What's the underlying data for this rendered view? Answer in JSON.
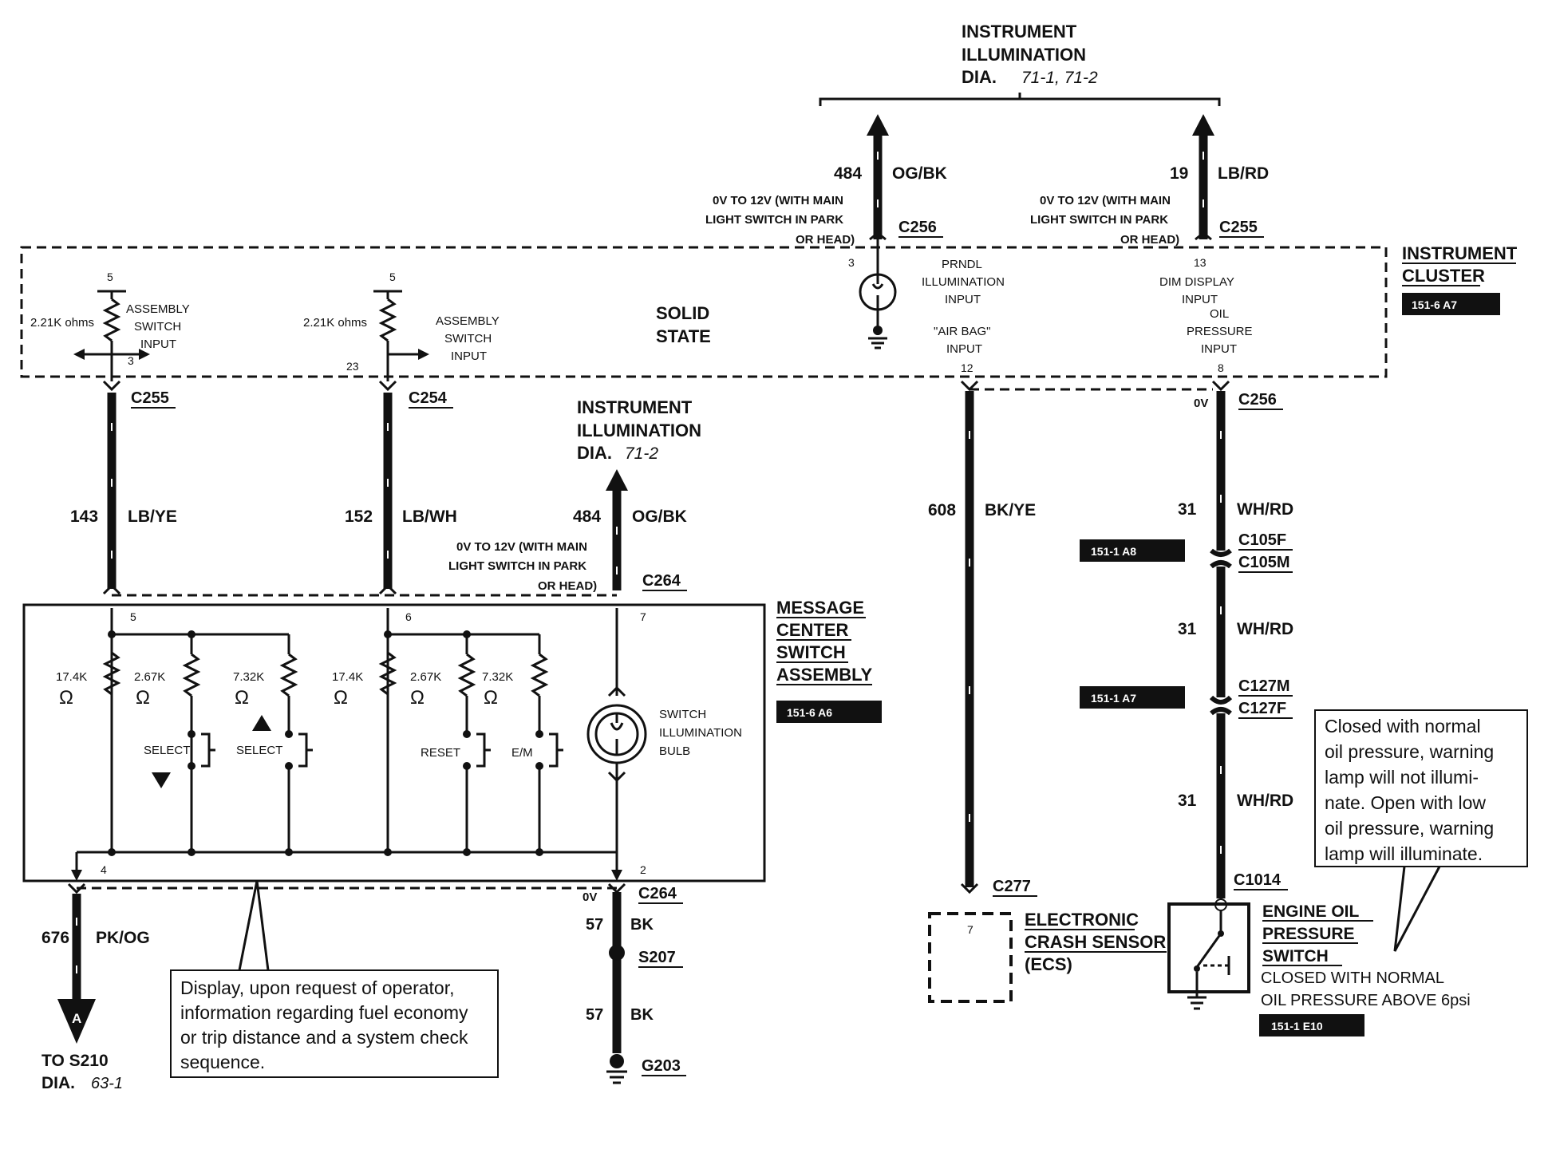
{
  "top_header": {
    "line1": "INSTRUMENT",
    "line2": "ILLUMINATION",
    "dia_label": "DIA.",
    "dia_refs": "71-1, 71-2"
  },
  "cluster": {
    "title1": "INSTRUMENT",
    "title2": "CLUSTER",
    "ref": "151-6 A7",
    "solid1": "SOLID",
    "solid2": "STATE",
    "pin5a": "5",
    "pin3": "3",
    "ohms_a": "2.21K ohms",
    "asm_a1": "ASSEMBLY",
    "asm_a2": "SWITCH",
    "asm_a3": "INPUT",
    "pin5b": "5",
    "pin23": "23",
    "ohms_b": "2.21K ohms",
    "asm_b1": "ASSEMBLY",
    "asm_b2": "SWITCH",
    "asm_b3": "INPUT",
    "pin3_lamp": "3",
    "prndl1": "PRNDL",
    "prndl2": "ILLUMINATION",
    "prndl3": "INPUT",
    "airbag1": "\"AIR BAG\"",
    "airbag2": "INPUT",
    "pin12": "12",
    "pin13": "13",
    "dim1": "DIM DISPLAY",
    "dim2": "INPUT",
    "oil1": "OIL",
    "oil2": "PRESSURE",
    "oil3": "INPUT",
    "pin8": "8"
  },
  "wires": {
    "w484_top": {
      "num": "484",
      "color": "OG/BK",
      "conn": "C256"
    },
    "w19": {
      "num": "19",
      "color": "LB/RD",
      "conn": "C255"
    },
    "volt_note1": "0V TO 12V (WITH MAIN",
    "volt_note2": "LIGHT SWITCH IN PARK",
    "volt_note3": "OR HEAD)",
    "w143": {
      "num": "143",
      "color": "LB/YE",
      "conn": "C255"
    },
    "w152": {
      "num": "152",
      "color": "LB/WH",
      "conn": "C254"
    },
    "w484_mid": {
      "num": "484",
      "color": "OG/BK",
      "conn": "C264"
    },
    "w608": {
      "num": "608",
      "color": "BK/YE",
      "conn": "C277"
    },
    "w31": {
      "num": "31",
      "color": "WH/RD",
      "conn": "C256",
      "volt": "0V"
    },
    "w31b": {
      "num": "31",
      "color": "WH/RD"
    },
    "w31c": {
      "num": "31",
      "color": "WH/RD",
      "conn": "C1014"
    },
    "c105f": "C105F",
    "c105m": "C105M",
    "ref105": "151-1 A8",
    "c127m": "C127M",
    "c127f": "C127F",
    "ref127": "151-1 A7",
    "w676": {
      "num": "676",
      "color": "PK/OG"
    },
    "w57a": {
      "num": "57",
      "color": "BK",
      "conn": "C264",
      "volt": "0V"
    },
    "s207": "S207",
    "w57b": {
      "num": "57",
      "color": "BK"
    },
    "g203": "G203"
  },
  "mid_illum": {
    "line1": "INSTRUMENT",
    "line2": "ILLUMINATION",
    "dia_label": "DIA.",
    "dia_ref": "71-2"
  },
  "msg_center": {
    "t1": "MESSAGE",
    "t2": "CENTER",
    "t3": "SWITCH",
    "t4": "ASSEMBLY",
    "ref": "151-6 A6",
    "pin5": "5",
    "pin6": "6",
    "pin7": "7",
    "pin4": "4",
    "pin2": "2",
    "r1": "17.4K",
    "r2": "2.67K",
    "r3": "7.32K",
    "r4": "17.4K",
    "r5": "2.67K",
    "r6": "7.32K",
    "omega": "Ω",
    "select_down": "SELECT",
    "select_up": "SELECT",
    "reset": "RESET",
    "em": "E/M",
    "bulb1": "SWITCH",
    "bulb2": "ILLUMINATION",
    "bulb3": "BULB"
  },
  "bottom_left": {
    "arrow_letter": "A",
    "to1": "TO S210",
    "dia_label": "DIA.",
    "dia_ref": "63-1"
  },
  "display_note": [
    "Display, upon request of operator,",
    "information regarding fuel economy",
    "or trip distance and a system check",
    "sequence."
  ],
  "ecs": {
    "pin": "7",
    "l1": "ELECTRONIC",
    "l2": "CRASH SENSOR",
    "l3": "(ECS)"
  },
  "oil_switch": {
    "l1": "ENGINE OIL",
    "l2": "PRESSURE",
    "l3": "SWITCH",
    "l4": "CLOSED WITH NORMAL",
    "l5": "OIL PRESSURE ABOVE 6psi",
    "ref": "151-1 E10"
  },
  "oil_note": [
    "Closed with normal",
    "oil pressure, warning",
    "lamp will not illumi-",
    "nate.  Open with low",
    "oil pressure, warning",
    "lamp will illuminate."
  ]
}
